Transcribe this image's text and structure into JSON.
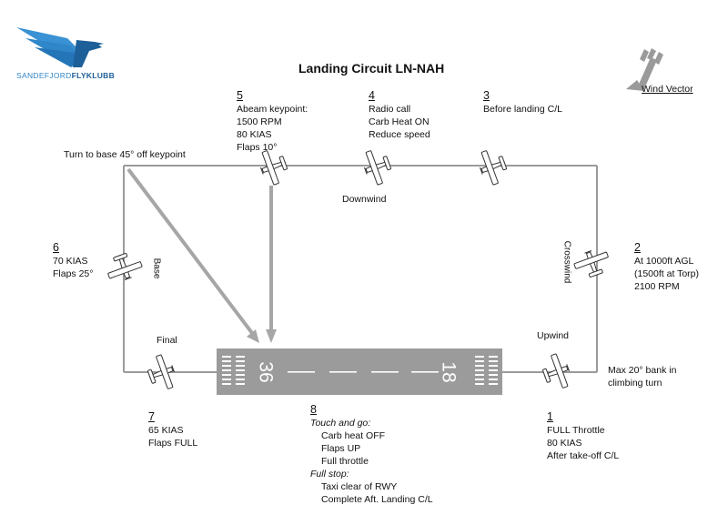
{
  "logo": {
    "name_light": "SANDEFJORD",
    "name_bold": "FLYKLUBB"
  },
  "title": "Landing Circuit LN-NAH",
  "wind": {
    "label": "Wind Vector"
  },
  "legs": {
    "downwind": "Downwind",
    "crosswind": "Crosswind",
    "base": "Base",
    "upwind": "Upwind",
    "final": "Final"
  },
  "runway": {
    "left_number": "36",
    "right_number": "18"
  },
  "notes": {
    "turn_to_base": "Turn to base 45° off keypoint",
    "max_bank_1": "Max 20° bank in",
    "max_bank_2": "climbing turn"
  },
  "steps": [
    {
      "number": "1",
      "lines": [
        "FULL Throttle",
        "80 KIAS",
        "After take-off C/L"
      ]
    },
    {
      "number": "2",
      "lines": [
        "At 1000ft AGL",
        "(1500ft at Torp)",
        "2100 RPM"
      ]
    },
    {
      "number": "3",
      "lines": [
        "Before landing C/L"
      ]
    },
    {
      "number": "4",
      "lines": [
        "Radio call",
        "Carb Heat ON",
        "Reduce speed"
      ]
    },
    {
      "number": "5",
      "lines": [
        "Abeam keypoint:",
        "1500 RPM",
        "80 KIAS",
        "Flaps 10°"
      ]
    },
    {
      "number": "6",
      "lines": [
        "70 KIAS",
        "Flaps 25°"
      ]
    },
    {
      "number": "7",
      "lines": [
        "65 KIAS",
        "Flaps FULL"
      ]
    },
    {
      "number": "8",
      "touch_and_go_label": "Touch and go:",
      "touch_and_go": [
        "Carb heat OFF",
        "Flaps UP",
        "Full throttle"
      ],
      "full_stop_label": "Full stop:",
      "full_stop": [
        "Taxi clear of RWY",
        "Complete Aft. Landing C/L"
      ]
    }
  ],
  "colors": {
    "circuit": "#9a9a9a",
    "runway": "#9b9b9b",
    "logo": "#2f86c8",
    "logo_dark": "#1d5f99"
  }
}
